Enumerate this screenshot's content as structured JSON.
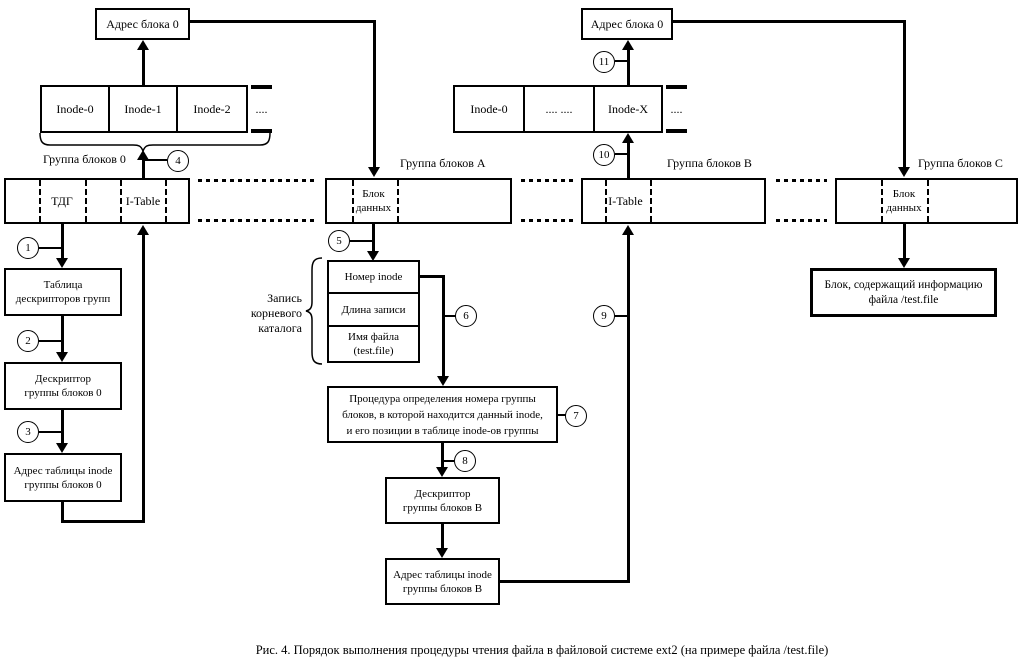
{
  "caption": "Рис. 4. Порядок выполнения процедуры чтения файла в файловой системе ext2 (на примере файла /test.file)",
  "colors": {
    "line": "#000000",
    "background": "#ffffff"
  },
  "top_boxes": {
    "addr_block_left": "Адрес блока 0",
    "addr_block_right": "Адрес блока 0"
  },
  "groups": {
    "g0": {
      "label": "Группа блоков  0",
      "tdg": "ТДГ",
      "itable": "I-Table"
    },
    "gA": {
      "label": "Группа блоков  А",
      "block": "Блок\nданных"
    },
    "gB": {
      "label": "Группа блоков  В",
      "itable": "I-Table"
    },
    "gC": {
      "label": "Группа блоков  С",
      "block": "Блок\nданных"
    }
  },
  "inode_rows": {
    "row0": {
      "cells": [
        "Inode-0",
        "Inode-1",
        "Inode-2"
      ],
      "more": "...."
    },
    "rowB": {
      "cells": [
        "Inode-0",
        ".... ....",
        "Inode-X"
      ],
      "more": "...."
    }
  },
  "flow": {
    "gdt": "Таблица\nдескрипторов групп",
    "gd0": "Дескриптор\nгруппы блоков 0",
    "addr_itable0": "Адрес таблицы inode\nгруппы блоков 0",
    "entry_inode": "Номер inode",
    "entry_len": "Длина записи",
    "entry_name": "Имя файла\n(test.file)",
    "procedure": "Процедура определения номера группы\nблоков, в которой находится данный inode,\nи его позиции в таблице inode-ов группы",
    "gdB": "Дескриптор\nгруппы блоков В",
    "addr_itableB": "Адрес таблицы inode\nгруппы блоков В",
    "final_block": "Блок, содержащий информацию\nфайла /test.file"
  },
  "labels": {
    "root_entry": "Запись\nкорневого\nкаталога"
  },
  "steps": [
    "1",
    "2",
    "3",
    "4",
    "5",
    "6",
    "7",
    "8",
    "9",
    "10",
    "11"
  ]
}
